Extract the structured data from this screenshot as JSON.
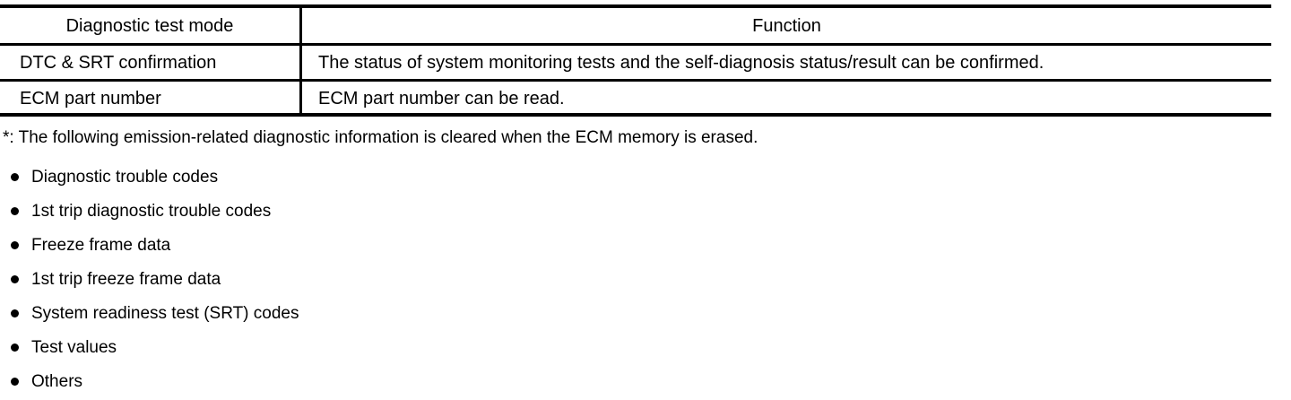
{
  "document": {
    "table": {
      "columns": [
        "Diagnostic test mode",
        "Function"
      ],
      "rows": [
        {
          "mode": "DTC & SRT confirmation",
          "function": "The status of system monitoring tests and the self-diagnosis status/result can be confirmed."
        },
        {
          "mode": "ECM part number",
          "function": "ECM part number can be read."
        }
      ]
    },
    "footnote": "*: The following emission-related diagnostic information is cleared when the ECM memory is erased.",
    "bullets": [
      "Diagnostic trouble codes",
      "1st trip diagnostic trouble codes",
      "Freeze frame data",
      "1st trip freeze frame data",
      "System readiness test (SRT) codes",
      "Test values",
      "Others"
    ]
  },
  "colors": {
    "text": "#000000",
    "rule": "#000000",
    "background": "#ffffff"
  }
}
